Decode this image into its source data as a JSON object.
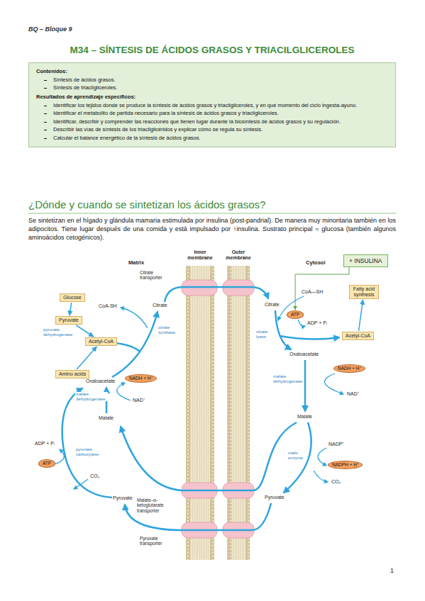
{
  "diagram": {
    "title": "M34 – SÍNTESIS DE ÁCIDOS GRASOS Y TRIACILGLICEROLES",
    "nodes": [
      {
        "text": [
          "Contenidos:",
          "Síntesis de ácidos grasos.",
          "Síntesis de triacilgliceroles.",
          "Resultados de aprendizaje específicos:",
          "Identificar los tejidos donde se produce la síntesis de ácidos grasos y triacilgliceroles, y en qué momento del ciclo ingesta-ayuno.",
          "Identificar el metabolito de partida necesario para la síntesis de ácidos grasos y triacilgliceroles.",
          "Identificar, describir y comprender las reacciones que tienen lugar durante la biosíntesis de ácidos grasos y su regulación.",
          "Describir las vías de síntesis de los triacilglicéridos y explicar cómo se regula su síntesis.",
          "Calcular el balance energético de la síntesis de ácidos grasos."
        ]
      },
      {
        "text": [
          "+ INSULINA"
        ]
      },
      {
        "text": [
          "Glucose"
        ]
      },
      {
        "text": [
          "Pyruvate"
        ]
      },
      {
        "text": [
          "Acetyl-CoA"
        ]
      },
      {
        "text": [
          "Amino acids"
        ]
      },
      {
        "text": [
          "ATP"
        ]
      },
      {
        "text": [
          "NADH + H⁺"
        ]
      },
      {
        "text": [
          "Fatty acid synthesis"
        ]
      },
      {
        "text": [
          "Acetyl-CoA"
        ]
      },
      {
        "text": [
          "ATP"
        ]
      },
      {
        "text": [
          "NADH + H⁺"
        ]
      },
      {
        "text": [
          "NADPH + H⁺"
        ]
      }
    ],
    "edges": [
      {
        "from": 2,
        "to": 3,
        "arrow": "to"
      },
      {
        "from": 3,
        "to": 4,
        "label": "pyruvate dehydrogenase",
        "arrow": "to"
      },
      {
        "from": 5,
        "to": 4,
        "arrow": "to"
      },
      {
        "from": 9,
        "to": 8,
        "arrow": "to"
      },
      {
        "from": 1,
        "to": 10,
        "arrow": "to"
      }
    ],
    "labels": [
      "BQ – Bloque 9",
      "¿Dónde y cuando se sintetizan los ácidos grasos?",
      "Se sintetizan en el hígado y glándula mamaria estimulada por insulina (post-pandrial). De manera muy minoritaria también en los adipocitos. Tiene lugar después de una comida y está impulsado por ↑insulina. Sustrato principal = glucosa (también algunos aminoácidos cetogénicos).",
      "Inner membrane",
      "Outer membrane",
      "Matrix",
      "Cytosol",
      "Citrate transporter",
      "CoA-SH",
      "Citrate",
      "citrate synthase",
      "Oxaloacetate",
      "NAD⁺",
      "malate dehydrogenase",
      "Malate",
      "ADP + Pᵢ",
      "CO₂",
      "pyruvate carboxylase",
      "Malate–α-ketoglutarate transporter",
      "Pyruvate",
      "Pyruvate transporter",
      "Citrate",
      "CoA—SH",
      "ADP + Pᵢ",
      "citrate lyase",
      "Oxaloacetate",
      "malate dehydrogenase",
      "NAD⁺",
      "Malate",
      "NADP⁺",
      "malic enzyme",
      "CO₂",
      "Pyruvate",
      "1"
    ]
  }
}
